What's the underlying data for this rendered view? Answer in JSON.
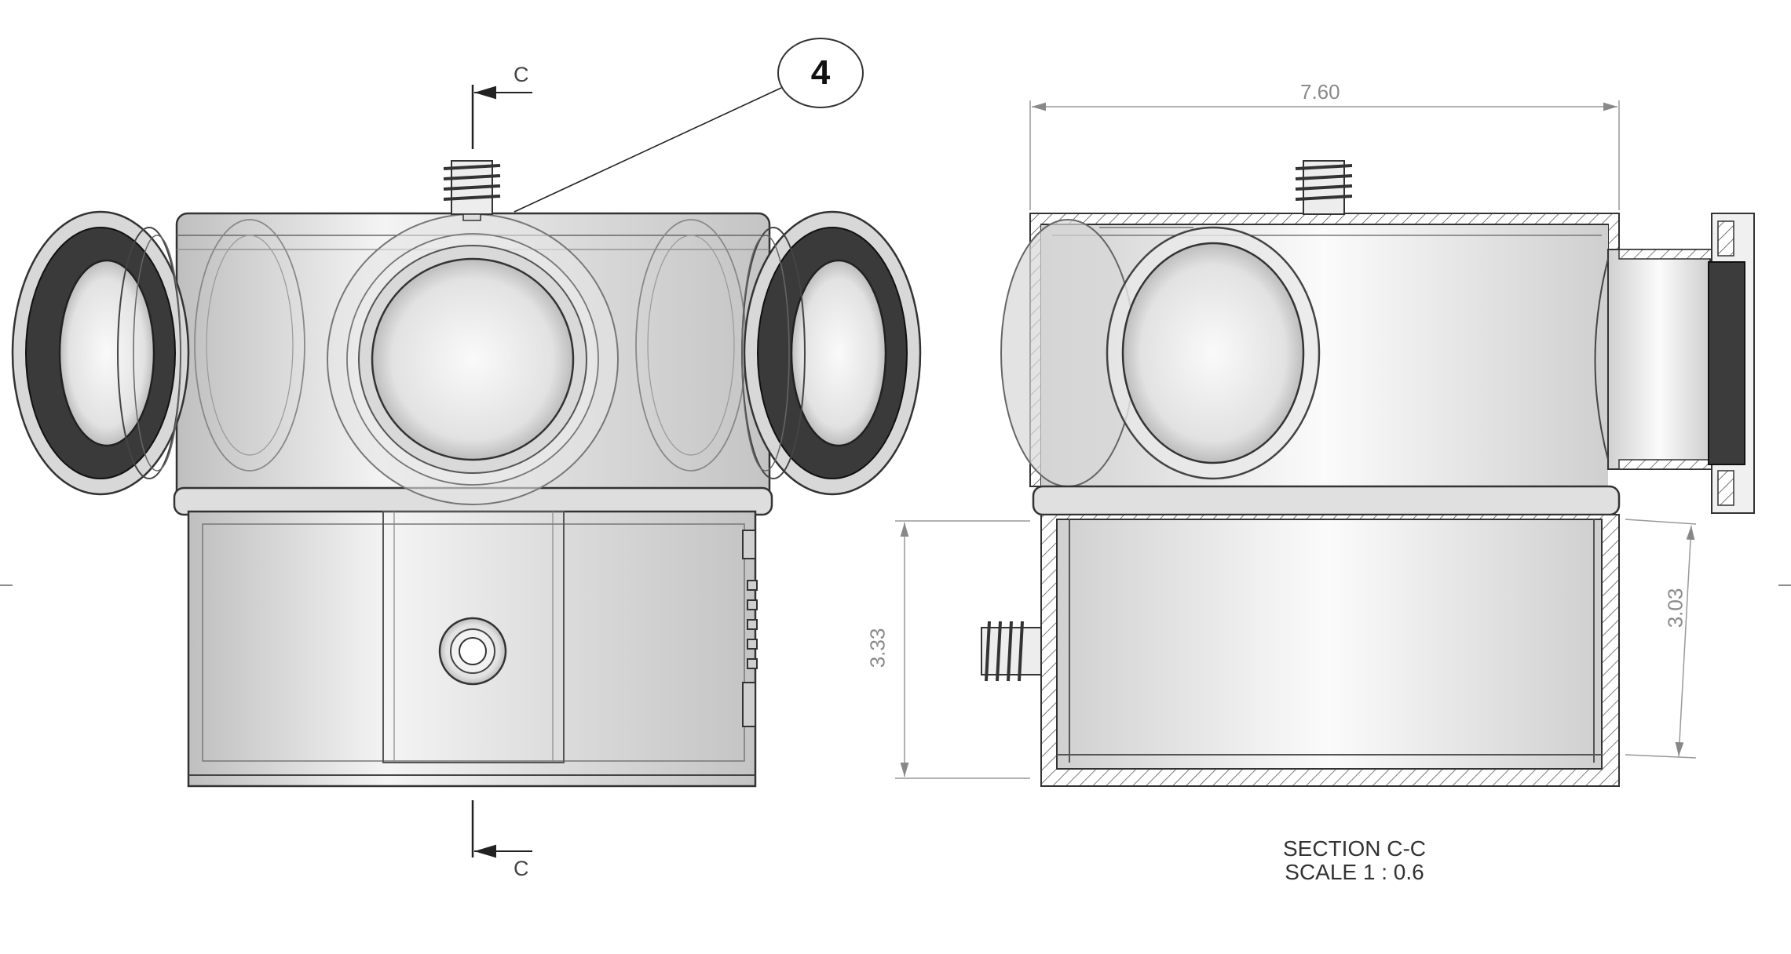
{
  "section_markers": {
    "top": "C",
    "bottom": "C"
  },
  "balloon": {
    "number": "4"
  },
  "dimensions": {
    "overall_width": "7.60",
    "outer_height": "3.33",
    "inner_height": "3.03"
  },
  "section_caption": {
    "title": "SECTION C-C",
    "scale": "SCALE 1 : 0.6"
  },
  "colors": {
    "line": "#333333",
    "dimension": "#8a8a8a",
    "body_fill": "#e6e6e6",
    "gasket": "#3a3a3a"
  }
}
